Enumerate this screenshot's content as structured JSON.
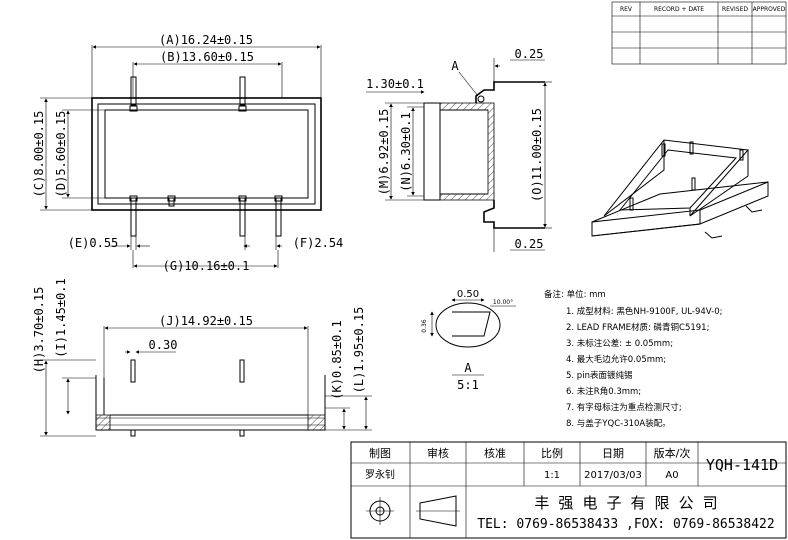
{
  "revision_table": {
    "headers": [
      "REV",
      "RECORD + DATE",
      "REVISED",
      "APPROVED"
    ]
  },
  "dimensions": {
    "A": "(A)16.24±0.15",
    "B": "(B)13.60±0.15",
    "C": "(C)8.00±0.15",
    "D": "(D)5.60±0.15",
    "E": "(E)0.55",
    "F": "(F)2.54",
    "G": "(G)10.16±0.1",
    "H": "(H)3.70±0.15",
    "I": "(I)1.45±0.1",
    "J": "(J)14.92±0.15",
    "K": "(K)0.85±0.1",
    "L": "(L)1.95±0.15",
    "M": "(M)6.92±0.15",
    "N": "(N)6.30±0.1",
    "O": "(O)11.00±0.15",
    "side_top": "0.25",
    "side_bottom": "0.25",
    "side_left": "1.30±0.1",
    "pin_gap": "0.30",
    "detail_w": "0.50",
    "detail_angle": "10.00°",
    "detail_h": "0.36",
    "detail_label": "A",
    "detail_callout": "A",
    "detail_scale": "5:1"
  },
  "notes": {
    "title": "备注:  单位: mm",
    "items": [
      "1.  成型材料: 黑色NH-9100F, UL-94V-0;",
      "2.  LEAD  FRAME材质: 磷青铜C5191;",
      "3.  未标注公差: ± 0.05mm;",
      "4.  最大毛边允许0.05mm;",
      "5.  pin表面镀纯锡",
      "6.  未注R角0.3mm;",
      "7.  有字母标注为重点检测尺寸;",
      "8.  与盖子YQC-310A装配。"
    ]
  },
  "title_block": {
    "headers": [
      "制图",
      "审核",
      "核准",
      "比例",
      "日期",
      "版本/次"
    ],
    "values": [
      "罗永钊",
      "",
      "",
      "1:1",
      "2017/03/03",
      "A0"
    ],
    "part_number": "YQH-141D",
    "company": "丰 强 电 子 有 限 公 司",
    "contact": "TEL: 0769-86538433 ,FOX: 0769-86538422"
  }
}
